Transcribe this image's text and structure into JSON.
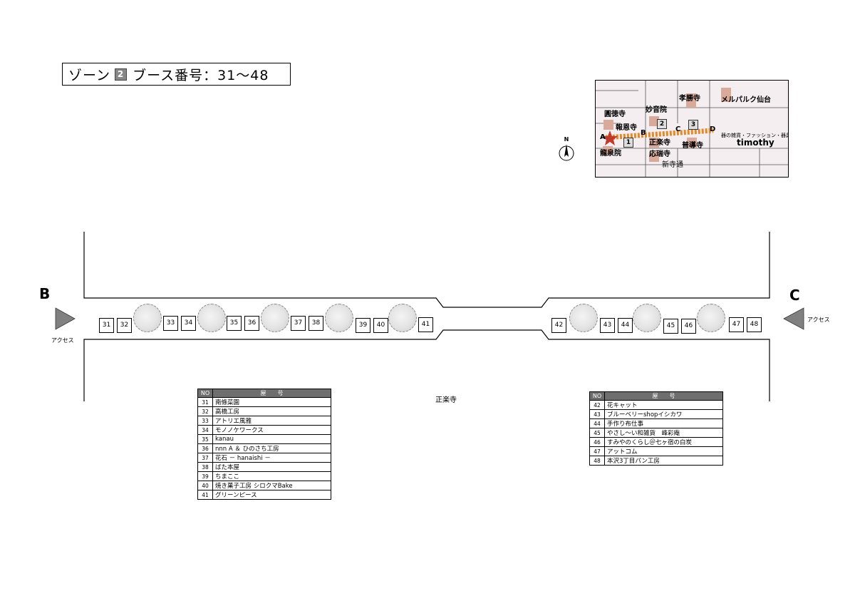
{
  "zone_title": {
    "prefix": "ゾーン",
    "zone_badge": "2",
    "suffix": "ブース番号：31～48"
  },
  "inset_map": {
    "labels": {
      "koushouji": "孝勝寺",
      "merparque": "メルパルク仙台",
      "enpukuji": "圓徳寺",
      "myoonin": "妙音院",
      "houonji": "報恩寺",
      "shorakuji": "正楽寺",
      "fudoji": "普導寺",
      "ryusenin": "龍泉院",
      "ozuiji": "応瑞寺",
      "shinteradori": "新寺通",
      "timothy_sub": "器の雑貨・ファッション・器具",
      "timothy": "timothy"
    },
    "zone_numbers": [
      "1",
      "2",
      "3"
    ],
    "points": [
      "A",
      "B",
      "C",
      "D"
    ],
    "north": "N",
    "star_color": "#c0392b",
    "route_color": "#e08a2c"
  },
  "street": {
    "left_letter": "B",
    "right_letter": "C",
    "left_access": "アクセス",
    "right_access": "アクセス",
    "temple": "正楽寺",
    "booths_left": [
      "31",
      "32",
      "33",
      "34",
      "35",
      "36",
      "37",
      "38",
      "39",
      "40",
      "41"
    ],
    "booths_right": [
      "42",
      "43",
      "44",
      "45",
      "46",
      "47",
      "48"
    ]
  },
  "table_left": {
    "header_no": "NO",
    "header_name": "屋　　号",
    "rows": [
      {
        "no": "31",
        "name": "南條菜園"
      },
      {
        "no": "32",
        "name": "高橋工房"
      },
      {
        "no": "33",
        "name": "アトリエ風雅"
      },
      {
        "no": "34",
        "name": "モノノケワークス"
      },
      {
        "no": "35",
        "name": "kanau"
      },
      {
        "no": "36",
        "name": "nnn A ＆ ひのさち工房"
      },
      {
        "no": "37",
        "name": "花石 － hanaishi －"
      },
      {
        "no": "38",
        "name": "ばた本屋"
      },
      {
        "no": "39",
        "name": "ちまここ"
      },
      {
        "no": "40",
        "name": "焼き菓子工房 シロクマBake"
      },
      {
        "no": "41",
        "name": "グリーンピース"
      }
    ]
  },
  "table_right": {
    "header_no": "NO",
    "header_name": "屋　　号",
    "rows": [
      {
        "no": "42",
        "name": "花キャット"
      },
      {
        "no": "43",
        "name": "ブルーベリーshopイシカワ"
      },
      {
        "no": "44",
        "name": "手作り布仕事"
      },
      {
        "no": "45",
        "name": "やさし～い和雑貨　峰彩庵"
      },
      {
        "no": "46",
        "name": "すみやのくらし＠七ヶ宿の白炭"
      },
      {
        "no": "47",
        "name": "アットコム"
      },
      {
        "no": "48",
        "name": "本沢3丁目パン工房"
      }
    ]
  }
}
